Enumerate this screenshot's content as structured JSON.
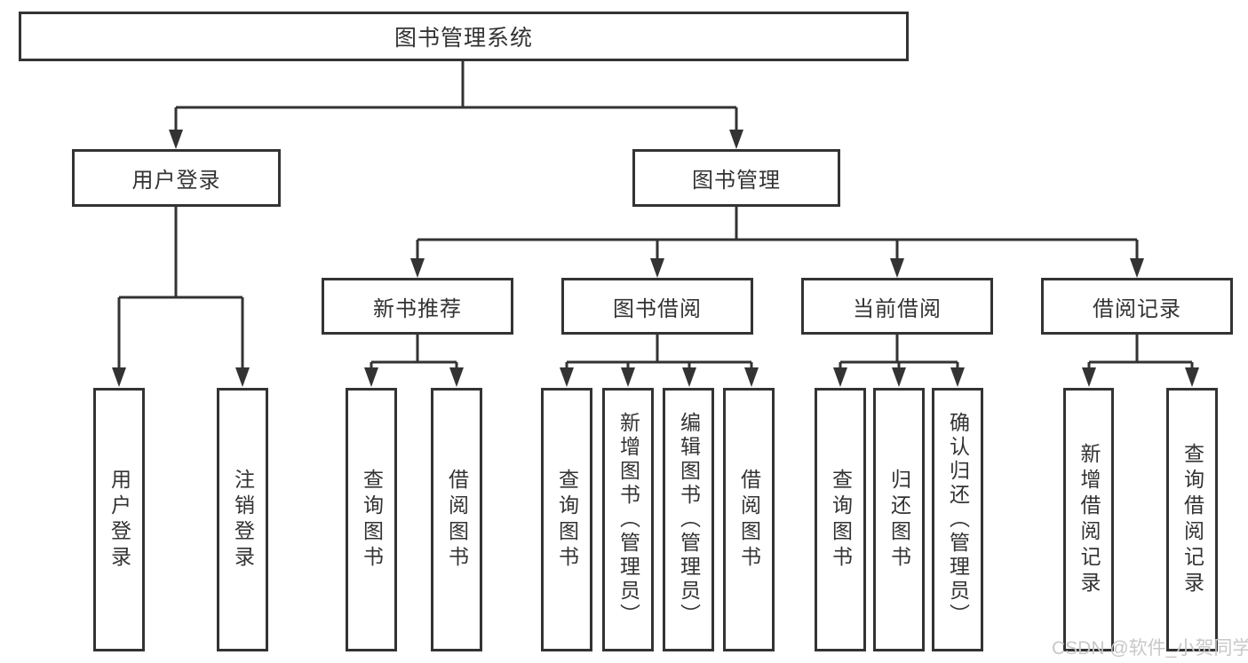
{
  "diagram": {
    "root": {
      "label": "图书管理系统"
    },
    "user_login": {
      "label": "用户登录",
      "children": [
        "用户登录",
        "注销登录"
      ]
    },
    "book_management": {
      "label": "图书管理",
      "sections": {
        "new_book_recommend": {
          "label": "新书推荐",
          "children": [
            "查询图书",
            "借阅图书"
          ]
        },
        "book_borrow": {
          "label": "图书借阅",
          "children": [
            "查询图书",
            "新增图书（管理员）",
            "编辑图书（管理员）",
            "借阅图书"
          ]
        },
        "current_borrow": {
          "label": "当前借阅",
          "children": [
            "查询图书",
            "归还图书",
            "确认归还（管理员）"
          ]
        },
        "borrow_records": {
          "label": "借阅记录",
          "children": [
            "新增借阅记录",
            "查询借阅记录"
          ]
        }
      }
    },
    "watermark": "CSDN @软件_小贺同学",
    "colors": {
      "line": "#333333",
      "text": "#333333",
      "watermark": "#c8c8c8",
      "background": "#ffffff"
    }
  }
}
